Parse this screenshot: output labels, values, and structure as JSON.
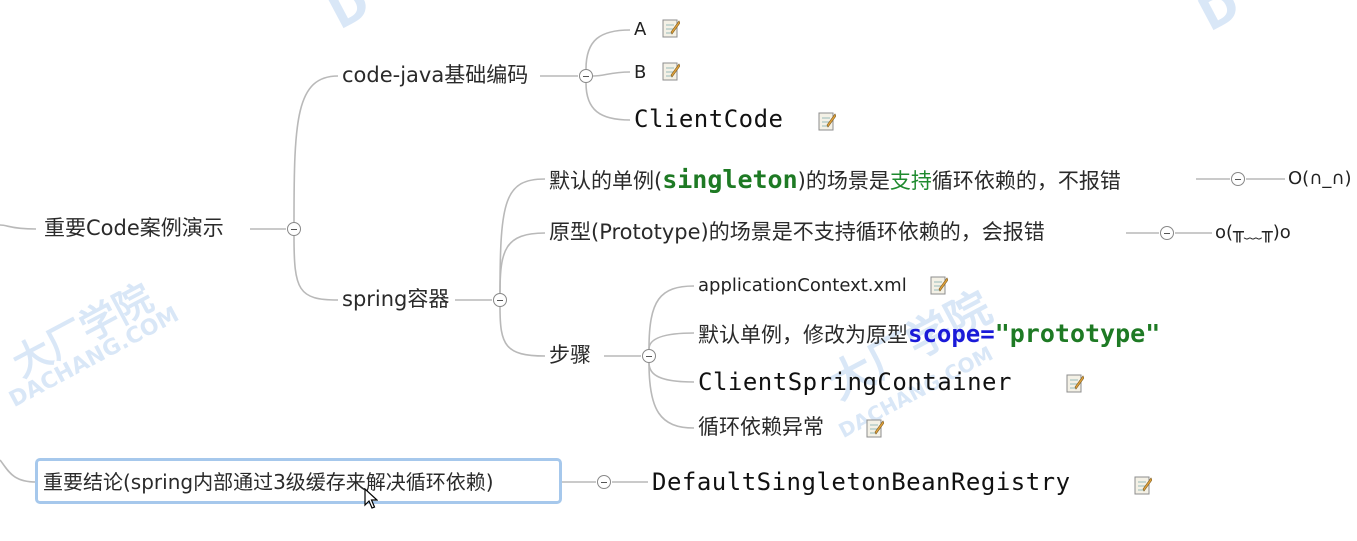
{
  "root_branch": {
    "label": "重要Code案例演示"
  },
  "code_java": {
    "label": "code-java基础编码",
    "children": [
      {
        "label": "A"
      },
      {
        "label": "B"
      },
      {
        "label": "ClientCode"
      }
    ]
  },
  "spring_container": {
    "label": "spring容器",
    "singleton_case": {
      "pre": "默认的单例(",
      "keyword": "singleton",
      "mid": ")的场景是",
      "support": "支持",
      "post": "循环依赖的，不报错",
      "emoticon": "O(∩_∩)"
    },
    "prototype_case": {
      "label": "原型(Prototype)的场景是不支持循环依赖的，会报错",
      "emoticon": "o(╥﹏╥)o"
    },
    "steps": {
      "label": "步骤",
      "items": [
        {
          "label": "applicationContext.xml"
        },
        {
          "pre": "默认单例，修改为原型",
          "scope_key": "scope=",
          "scope_val": "\"prototype\""
        },
        {
          "label": "ClientSpringContainer"
        },
        {
          "label": "循环依赖异常"
        }
      ]
    }
  },
  "conclusion": {
    "label": "重要结论(spring内部通过3级缓存来解决循环依赖)",
    "child": "DefaultSingletonBeanRegistry"
  },
  "watermarks": {
    "brand": "大厂学院",
    "domain": "DACHANG.COM"
  }
}
